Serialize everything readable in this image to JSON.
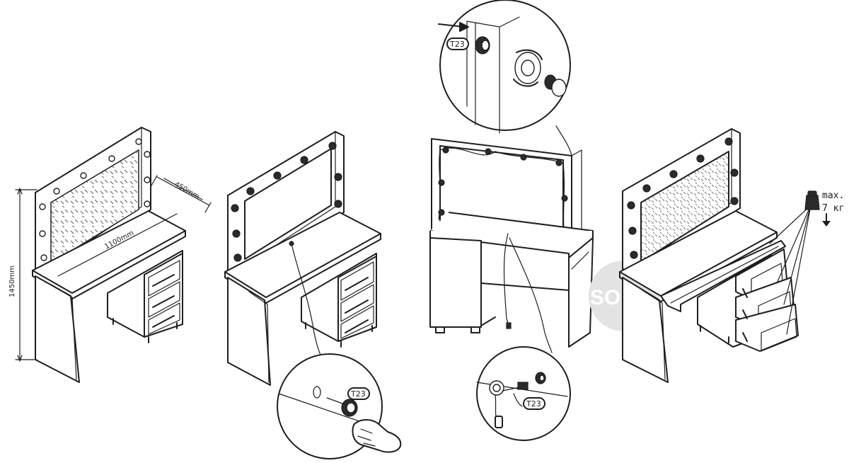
{
  "dimensions": {
    "height": "1450mm",
    "depth": "450mm",
    "width": "1100mm"
  },
  "tags": {
    "fig2_connector": "T23",
    "fig3_top": "T23",
    "fig3_bottom": "T23"
  },
  "load_note": {
    "line1": "max.",
    "line2": "7 кг"
  },
  "watermark": "SOFA",
  "colors": {
    "line": "#1e1e1e",
    "watermark_circle": "#e3e3e3",
    "background": "#ffffff"
  },
  "icons": [
    "arrow-right-icon",
    "arrow-down-icon",
    "weight-icon",
    "hand-icon",
    "rotate-icon"
  ]
}
